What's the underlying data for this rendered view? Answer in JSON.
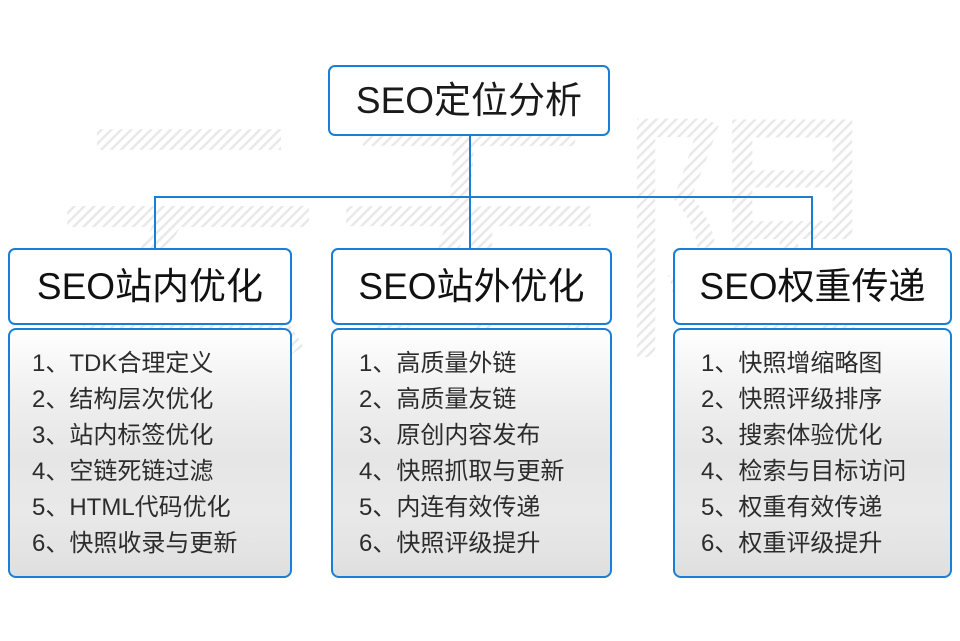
{
  "watermark": {
    "text": "云无限",
    "color": "#ebebeb"
  },
  "colors": {
    "border": "#1a7fd4",
    "connector": "#1a7fd4",
    "text": "#1a1a1a",
    "body_bg_top": "#ffffff",
    "body_bg_mid": "#e6e6e6"
  },
  "root": {
    "label": "SEO定位分析"
  },
  "columns": [
    {
      "header": "SEO站内优化",
      "items": [
        "1、TDK合理定义",
        "2、结构层次优化",
        "3、站内标签优化",
        "4、空链死链过滤",
        "5、HTML代码优化",
        "6、快照收录与更新"
      ]
    },
    {
      "header": "SEO站外优化",
      "items": [
        "1、高质量外链",
        "2、高质量友链",
        "3、原创内容发布",
        "4、快照抓取与更新",
        "5、内连有效传递",
        "6、快照评级提升"
      ]
    },
    {
      "header": "SEO权重传递",
      "items": [
        "1、快照增缩略图",
        "2、快照评级排序",
        "3、搜索体验优化",
        "4、检索与目标访问",
        "5、权重有效传递",
        "6、权重评级提升"
      ]
    }
  ]
}
